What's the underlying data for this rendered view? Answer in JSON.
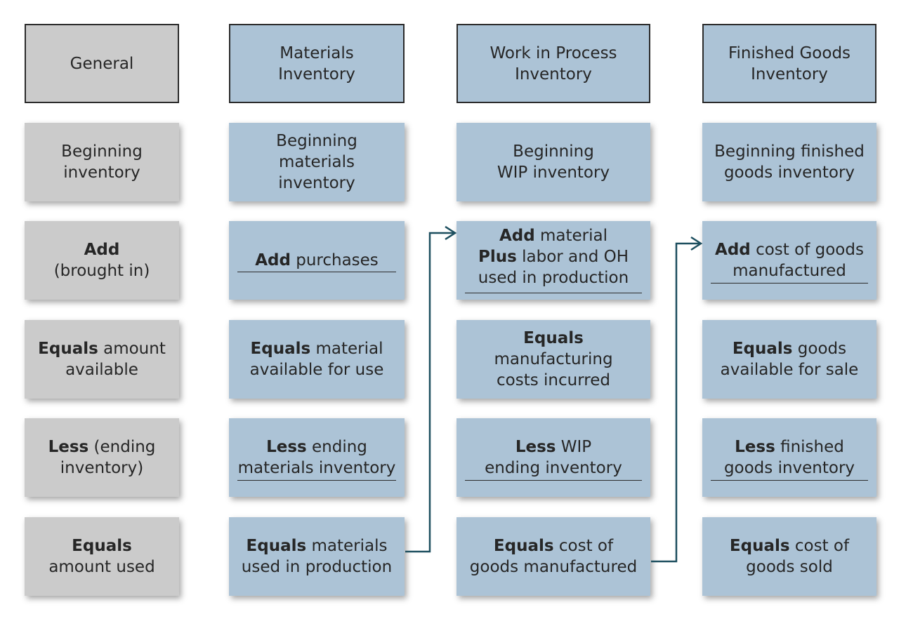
{
  "headers": {
    "general": [
      "General"
    ],
    "materials": [
      "Materials",
      "Inventory"
    ],
    "wip": [
      "Work in Process",
      "Inventory"
    ],
    "finished": [
      "Finished Goods",
      "Inventory"
    ]
  },
  "general": {
    "beginning": [
      "Beginning",
      "inventory"
    ],
    "add_bold": "Add",
    "add_rest": "(brought in)",
    "equals_bold": "Equals",
    "equals_rest": " amount",
    "equals_line2": "available",
    "less_bold": "Less",
    "less_rest": " (ending",
    "less_line2": "inventory)",
    "used_bold": "Equals",
    "used_line2": "amount used"
  },
  "materials": {
    "beginning": [
      "Beginning",
      "materials",
      "inventory"
    ],
    "add_bold": "Add",
    "add_rest": " purchases",
    "equals_bold": "Equals",
    "equals_rest": " material",
    "equals_line2": "available for use",
    "less_bold": "Less",
    "less_rest": " ending",
    "less_line2": "materials inventory",
    "used_bold": "Equals",
    "used_rest": " materials",
    "used_line2": "used in production"
  },
  "wip": {
    "beginning": [
      "Beginning",
      "WIP inventory"
    ],
    "add_bold": "Add",
    "add_rest": " material",
    "plus_bold": "Plus",
    "plus_rest": " labor and OH",
    "add_line3": "used in production",
    "equals_bold": "Equals",
    "equals_line2": "manufacturing",
    "equals_line3": "costs incurred",
    "less_bold": "Less",
    "less_rest": " WIP",
    "less_line2": "ending inventory",
    "used_bold": "Equals",
    "used_rest": " cost of",
    "used_line2": "goods manufactured"
  },
  "finished": {
    "beginning": [
      "Beginning finished",
      "goods inventory"
    ],
    "add_bold": "Add",
    "add_rest": " cost of goods",
    "add_line2": "manufactured",
    "equals_bold": "Equals",
    "equals_rest": " goods",
    "equals_line2": "available for sale",
    "less_bold": "Less",
    "less_rest": " finished",
    "less_line2": "goods inventory",
    "used_bold": "Equals",
    "used_rest": " cost of",
    "used_line2": "goods sold"
  },
  "colors": {
    "general_fill": "#cbcbcb",
    "flow_fill": "#acc3d6",
    "arrow": "#1d4f5f"
  }
}
